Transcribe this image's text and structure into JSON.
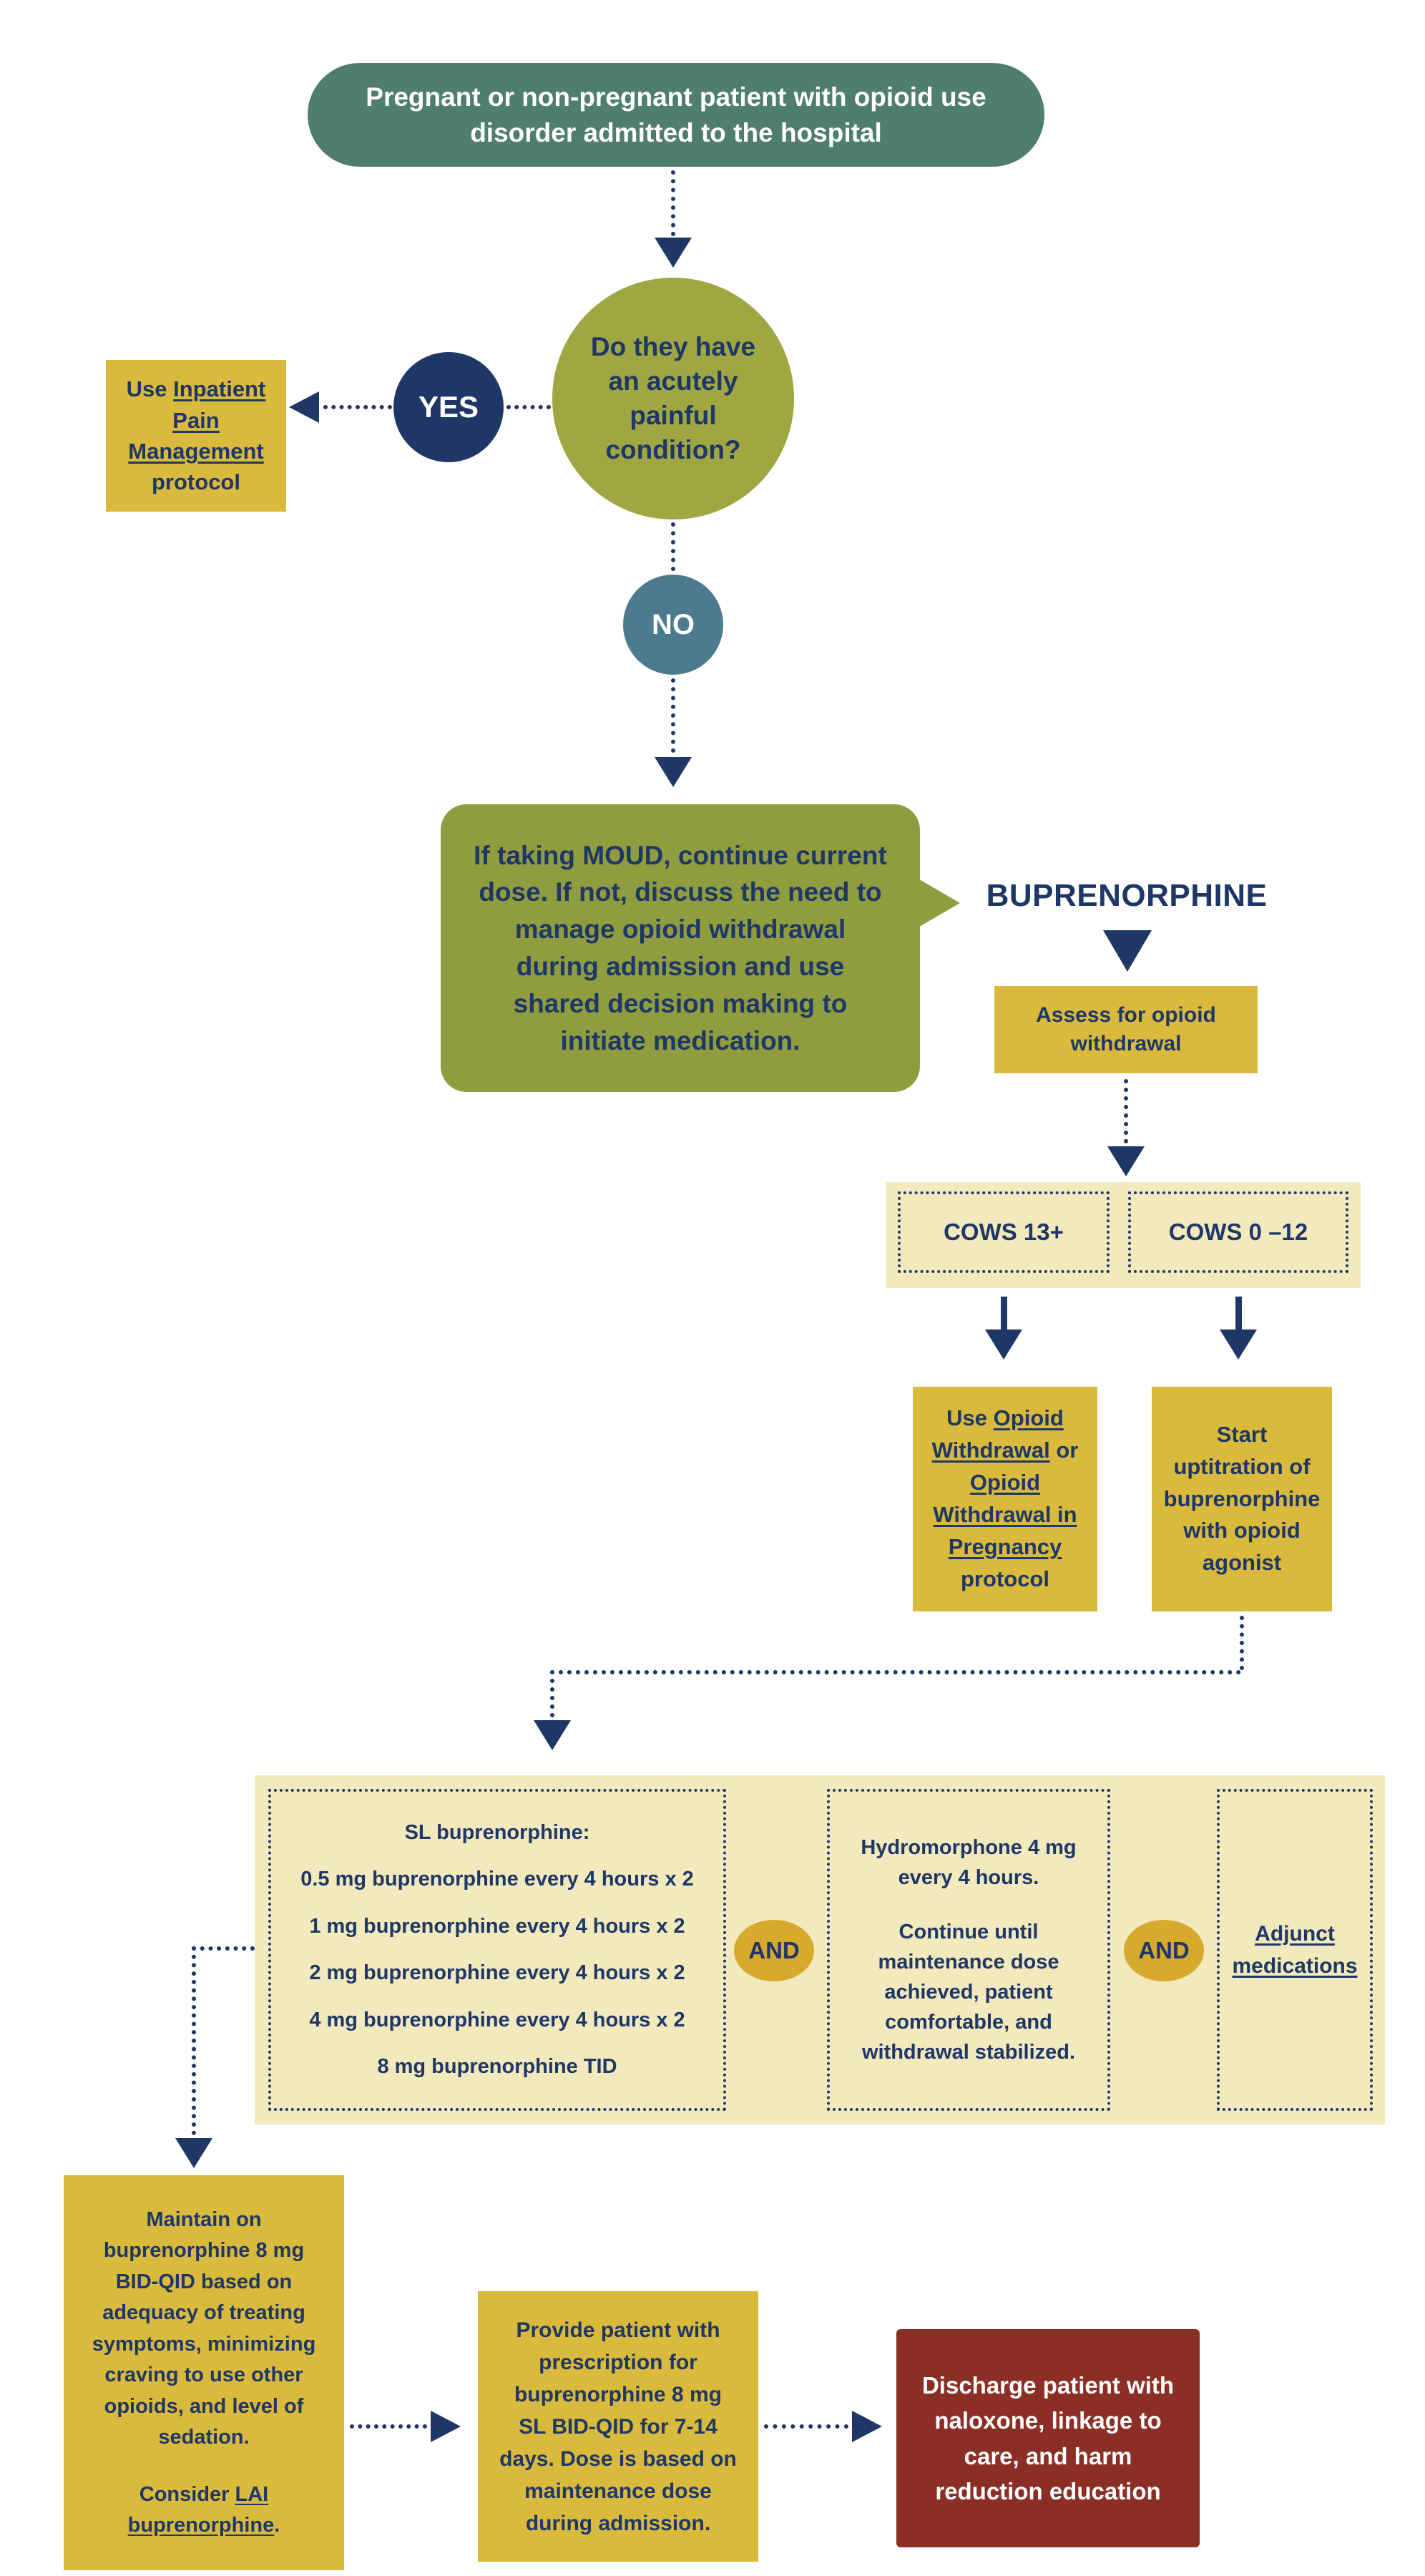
{
  "colors": {
    "navy": "#1f3766",
    "teal_green": "#4f7d6e",
    "olive": "#9fa642",
    "bubble_olive": "#909d3f",
    "teal": "#4b7b8c",
    "mustard": "#d9ba3c",
    "pale_yellow": "#f2e9bd",
    "gold": "#d7a92d",
    "maroon": "#8b2f26",
    "white": "#ffffff"
  },
  "nodes": {
    "start": {
      "text": "Pregnant or non-pregnant patient with opioid use disorder admitted to the hospital"
    },
    "pain_question": {
      "text": "Do they have an acutely painful condition?"
    },
    "yes_badge": {
      "label": "YES"
    },
    "no_badge": {
      "label": "NO"
    },
    "pain_protocol": {
      "prefix": "Use ",
      "link": "Inpatient Pain Management",
      "suffix": " protocol"
    },
    "moud_bubble": {
      "text": "If taking MOUD, continue current dose. If not, discuss the need to manage opioid withdrawal during admission and use shared decision making to initiate medication."
    },
    "buprenorphine_header": {
      "label": "BUPRENORPHINE"
    },
    "assess": {
      "text": "Assess for opioid withdrawal"
    },
    "cows_high": {
      "label": "COWS 13+"
    },
    "cows_low": {
      "label": "COWS 0 –12"
    },
    "withdrawal_protocol": {
      "prefix": "Use ",
      "link1": "Opioid Withdrawal",
      "middle": " or ",
      "link2": "Opioid Withdrawal in Pregnancy",
      "suffix": " protocol"
    },
    "uptitration": {
      "text": "Start uptitration of buprenorphine with opioid agonist"
    },
    "sl_protocol": {
      "title": "SL buprenorphine:",
      "items": [
        "0.5 mg buprenorphine every 4 hours x 2",
        "1 mg buprenorphine every 4 hours x 2",
        "2 mg buprenorphine every 4 hours x 2",
        "4 mg buprenorphine every 4 hours x 2",
        "8 mg buprenorphine TID"
      ]
    },
    "and_1": {
      "label": "AND"
    },
    "and_2": {
      "label": "AND"
    },
    "hydromorphone": {
      "para1": "Hydromorphone 4 mg every 4 hours.",
      "para2": "Continue until maintenance dose achieved, patient comfortable, and withdrawal stabilized."
    },
    "adjunct": {
      "link": "Adjunct medications"
    },
    "maintain": {
      "para1": "Maintain on buprenorphine 8 mg BID-QID based on adequacy of treating symptoms, minimizing craving to use other opioids, and level of sedation.",
      "consider_prefix": "Consider ",
      "link": "LAI buprenorphine",
      "suffix": "."
    },
    "prescription": {
      "text": "Provide patient with prescription for buprenorphine 8 mg SL BID-QID for 7-14 days. Dose is based on maintenance dose during admission."
    },
    "discharge": {
      "text": "Discharge patient with naloxone, linkage to care, and harm reduction education"
    }
  }
}
